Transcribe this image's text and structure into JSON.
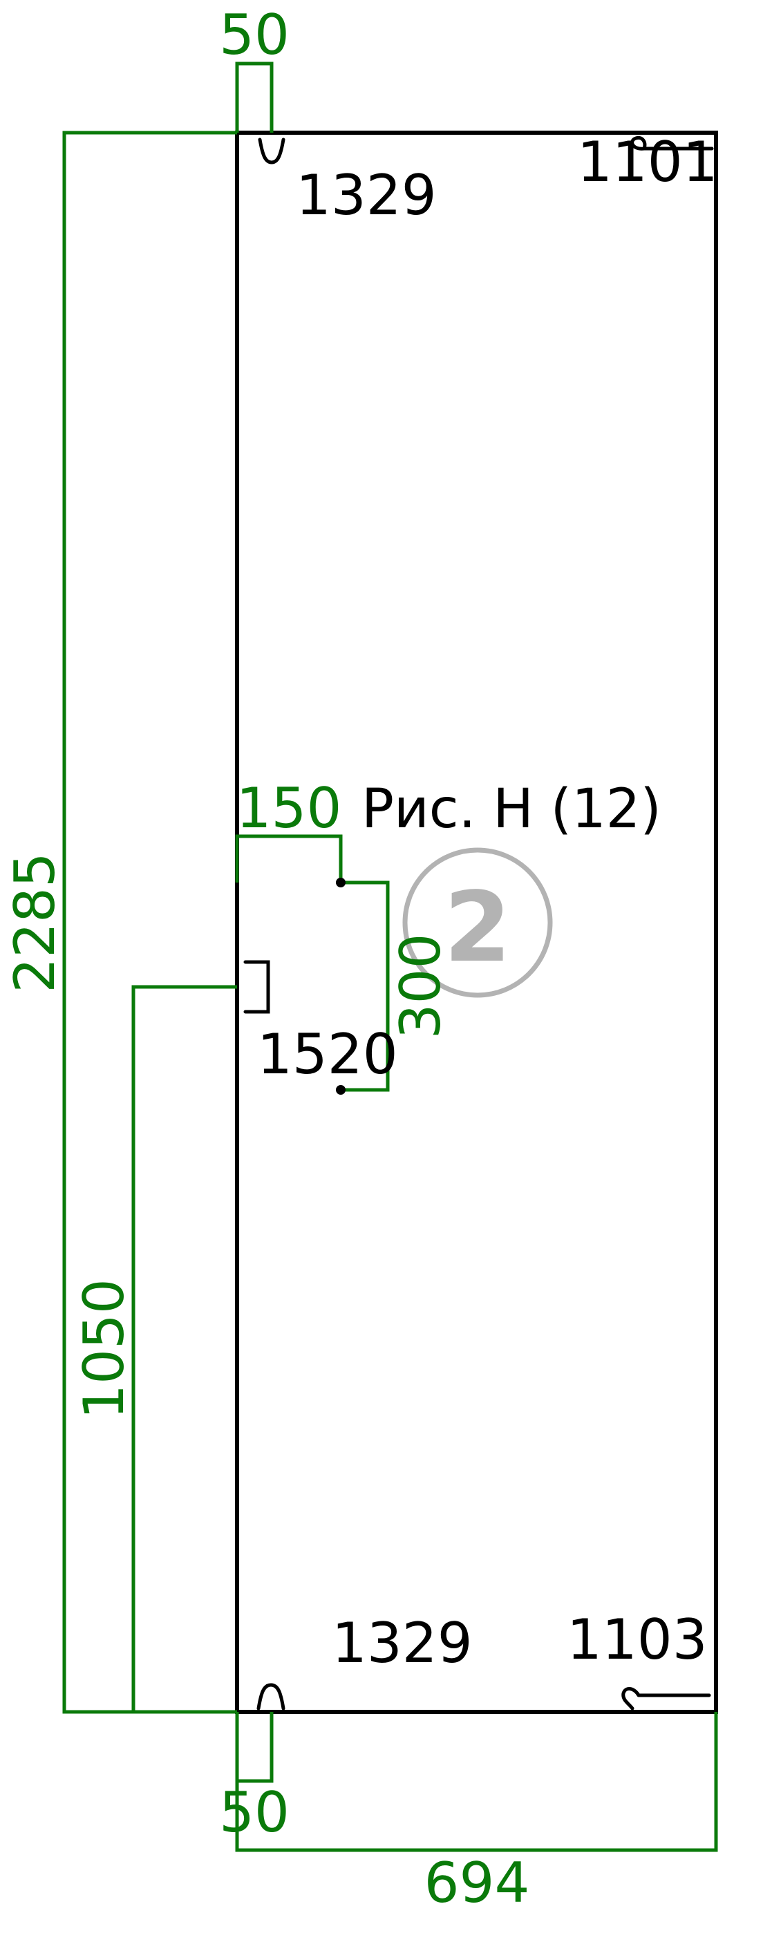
{
  "colors": {
    "dimension": "#0a7a0a",
    "outline": "#000000",
    "marker": "#b3b3b3",
    "background": "#ffffff"
  },
  "panel": {
    "label": "Рис. Н (12)",
    "number": "2"
  },
  "dimensions": {
    "top_offset": "50",
    "overall_height": "2285",
    "hole_offset_x": "150",
    "hole_spacing": "300",
    "handle_height": "1050",
    "bottom_offset": "50",
    "overall_width": "694"
  },
  "hardware": {
    "hinge_top": "1329",
    "lock_top": "1101",
    "handle": "1520",
    "hinge_bottom": "1329",
    "lock_bottom": "1103"
  }
}
